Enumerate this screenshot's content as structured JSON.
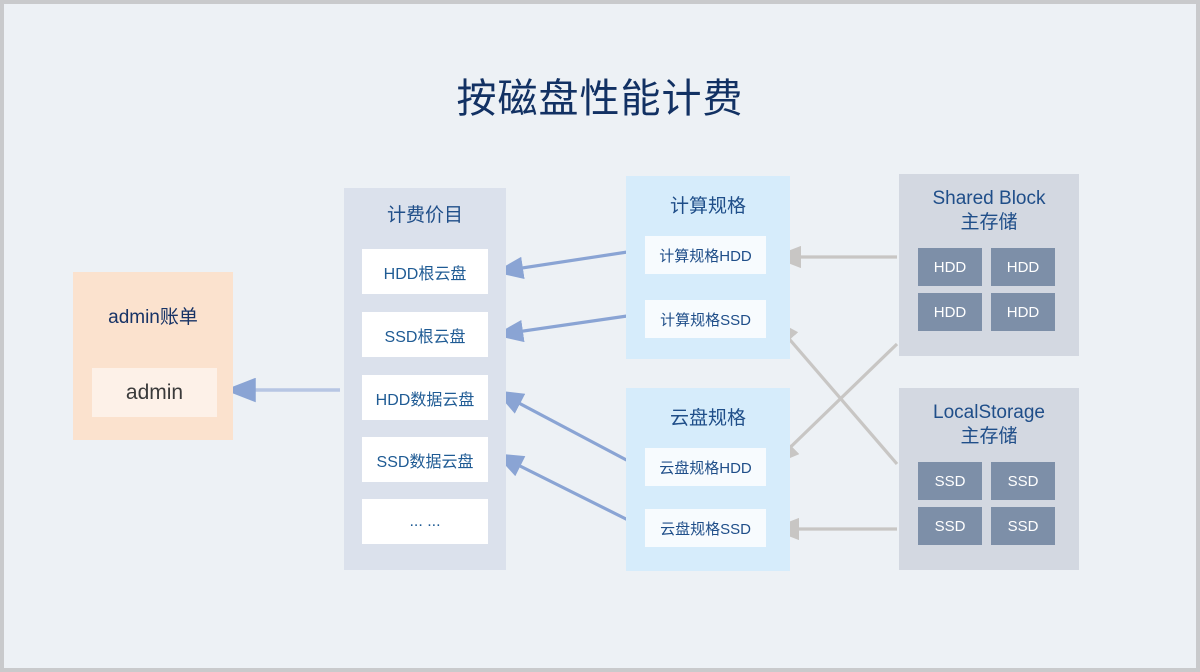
{
  "title": "按磁盘性能计费",
  "colors": {
    "page_bg": "#edf1f5",
    "title": "#123163",
    "bill_panel_bg": "#fbe2ce",
    "price_panel_bg": "#dbe1ec",
    "spec_panel_bg": "#d6ecfb",
    "storage_panel_bg": "#d3d8e1",
    "disk_bg": "#7d8fa8",
    "blue_arrow": "#8aa4d4",
    "gray_arrow": "#c8c6c4"
  },
  "bill_panel": {
    "title": "admin账单",
    "account": "admin"
  },
  "price_panel": {
    "title": "计费价目",
    "items": [
      {
        "label": "HDD根云盘"
      },
      {
        "label": "SSD根云盘"
      },
      {
        "label": "HDD数据云盘"
      },
      {
        "label": "SSD数据云盘"
      },
      {
        "label": "... ..."
      }
    ]
  },
  "compute_panel": {
    "title": "计算规格",
    "items": [
      {
        "label": "计算规格HDD"
      },
      {
        "label": "计算规格SSD"
      }
    ]
  },
  "volume_panel": {
    "title": "云盘规格",
    "items": [
      {
        "label": "云盘规格HDD"
      },
      {
        "label": "云盘规格SSD"
      }
    ]
  },
  "sharedblock_panel": {
    "title_line1": "Shared Block",
    "title_line2": "主存储",
    "disks": [
      {
        "label": "HDD"
      },
      {
        "label": "HDD"
      },
      {
        "label": "HDD"
      },
      {
        "label": "HDD"
      }
    ]
  },
  "localstorage_panel": {
    "title_line1": "LocalStorage",
    "title_line2": "主存储",
    "disks": [
      {
        "label": "SSD"
      },
      {
        "label": "SSD"
      },
      {
        "label": "SSD"
      },
      {
        "label": "SSD"
      }
    ]
  },
  "connections": [
    {
      "from": "price-panel",
      "to": "admin-box",
      "color": "blue"
    },
    {
      "from": "compute-hdd",
      "to": "price-hdd-root",
      "color": "blue"
    },
    {
      "from": "compute-ssd",
      "to": "price-ssd-root",
      "color": "blue"
    },
    {
      "from": "volume-hdd",
      "to": "price-hdd-data",
      "color": "blue"
    },
    {
      "from": "volume-ssd",
      "to": "price-ssd-data",
      "color": "blue"
    },
    {
      "from": "sharedblock",
      "to": "compute-hdd",
      "color": "gray"
    },
    {
      "from": "sharedblock",
      "to": "volume-hdd",
      "color": "gray"
    },
    {
      "from": "localstorage",
      "to": "compute-ssd",
      "color": "gray"
    },
    {
      "from": "localstorage",
      "to": "volume-ssd",
      "color": "gray"
    }
  ]
}
